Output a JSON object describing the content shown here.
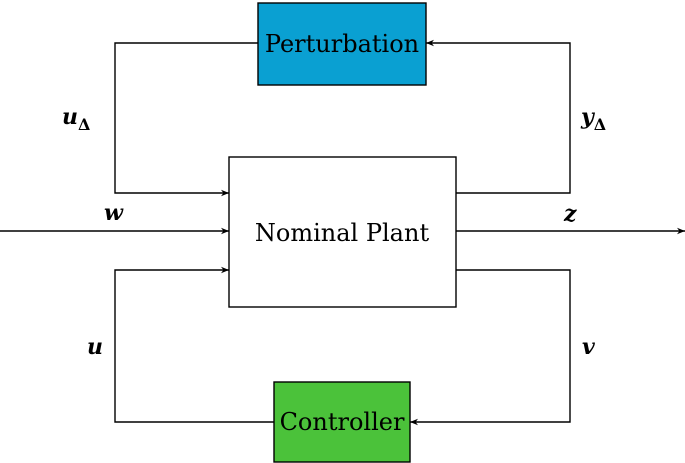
{
  "blocks": {
    "perturbation": {
      "label": "Perturbation",
      "color": "#0aa0d2"
    },
    "plant": {
      "label": "Nominal Plant",
      "color": "#ffffff"
    },
    "controller": {
      "label": "Controller",
      "color": "#4bc23a"
    }
  },
  "signals": {
    "u_delta": {
      "base": "u",
      "sub": "Δ"
    },
    "y_delta": {
      "base": "y",
      "sub": "Δ"
    },
    "w": "w",
    "z": "z",
    "u": "u",
    "v": "v"
  }
}
